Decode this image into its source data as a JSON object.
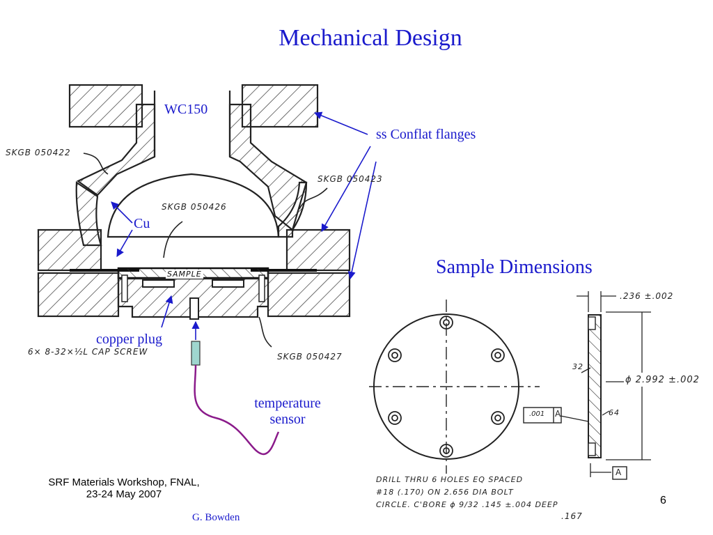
{
  "slide": {
    "title": "Mechanical Design",
    "page_number": "6"
  },
  "left_drawing": {
    "labels": {
      "wc150": "WC150",
      "conflat": "ss Conflat flanges",
      "cu": "Cu",
      "copper_plug": "copper plug",
      "temp_sensor_line1": "temperature",
      "temp_sensor_line2": "sensor"
    },
    "handwritten": {
      "part_2": "SKGB 050422",
      "part_3": "SKGB 050423",
      "part_6": "SKGB 050426",
      "part_7": "SKGB 050427",
      "sample": "SAMPLE",
      "screws": "6× 8-32×½L CAP SCREW"
    }
  },
  "right_drawing": {
    "title": "Sample Dimensions",
    "handwritten": {
      "thickness": ".236 ±.002",
      "diameter": "ϕ 2.992 ±.002",
      "chamfer": "32",
      "finish": "64",
      "flatness_value": ".001",
      "datum": "A",
      "datum_ref": "A",
      "note_line1": "DRILL THRU 6 HOLES EQ SPACED",
      "note_line2": "#18 (.170)  ON 2.656 DIA BOLT",
      "note_line3": "CIRCLE.  C'BORE ϕ 9/32   .145 ±.004 DEEP",
      "note_extra": ".167"
    }
  },
  "footer": {
    "workshop_line1": "SRF Materials Workshop, FNAL,",
    "workshop_line2": "23-24 May 2007",
    "author": "G. Bowden"
  }
}
